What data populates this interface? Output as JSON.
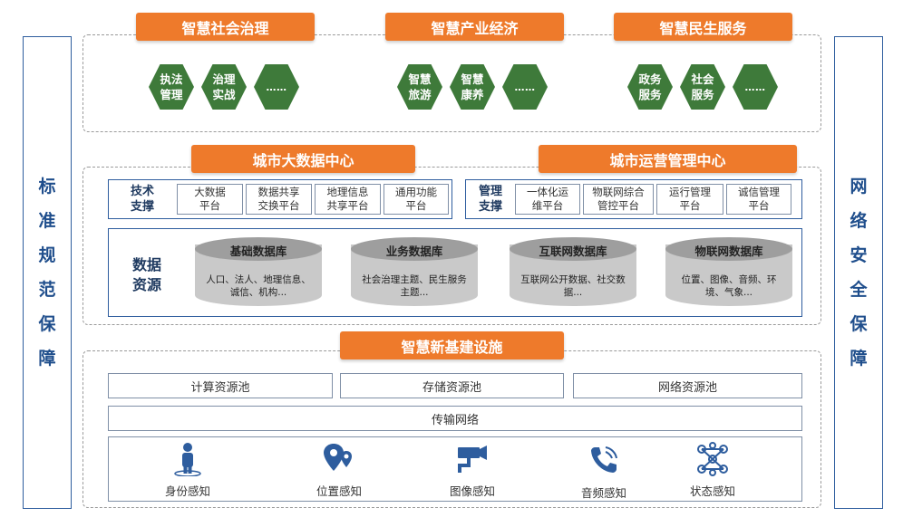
{
  "sides": {
    "left": [
      "标",
      "准",
      "规",
      "范",
      "保",
      "障"
    ],
    "right": [
      "网",
      "络",
      "安",
      "全",
      "保",
      "障"
    ]
  },
  "top_banners": [
    "智慧社会治理",
    "智慧产业经济",
    "智慧民生服务"
  ],
  "hex_groups": [
    [
      "执法\n管理",
      "治理\n实战",
      "……"
    ],
    [
      "智慧\n旅游",
      "智慧\n康养",
      "……"
    ],
    [
      "政务\n服务",
      "社会\n服务",
      "……"
    ]
  ],
  "center_banners": [
    "城市大数据中心",
    "城市运营管理中心"
  ],
  "tech_support": {
    "label": "技术\n支撑",
    "platforms": [
      "大数据\n平台",
      "数据共享\n交换平台",
      "地理信息\n共享平台",
      "通用功能\n平台"
    ]
  },
  "mgmt_support": {
    "label": "管理\n支撑",
    "platforms": [
      "一体化运\n维平台",
      "物联网综合\n管控平台",
      "运行管理\n平台",
      "诚信管理\n平台"
    ]
  },
  "data_resources": {
    "label": "数据\n资源",
    "databases": [
      {
        "title": "基础数据库",
        "desc": "人口、法人、地理信息、诚信、机构..."
      },
      {
        "title": "业务数据库",
        "desc": "社会治理主题、民生服务主题..."
      },
      {
        "title": "互联网数据库",
        "desc": "互联网公开数据、社交数据..."
      },
      {
        "title": "物联网数据库",
        "desc": "位置、图像、音频、环境、气象..."
      }
    ]
  },
  "infra": {
    "banner": "智慧新基建设施",
    "pools": [
      "计算资源池",
      "存储资源池",
      "网络资源池"
    ],
    "network": "传输网络",
    "sensing": [
      "身份感知",
      "位置感知",
      "图像感知",
      "音频感知",
      "状态感知"
    ]
  },
  "colors": {
    "orange": "#ee7a2b",
    "green": "#3e7a3a",
    "blue": "#2e5d9e"
  }
}
